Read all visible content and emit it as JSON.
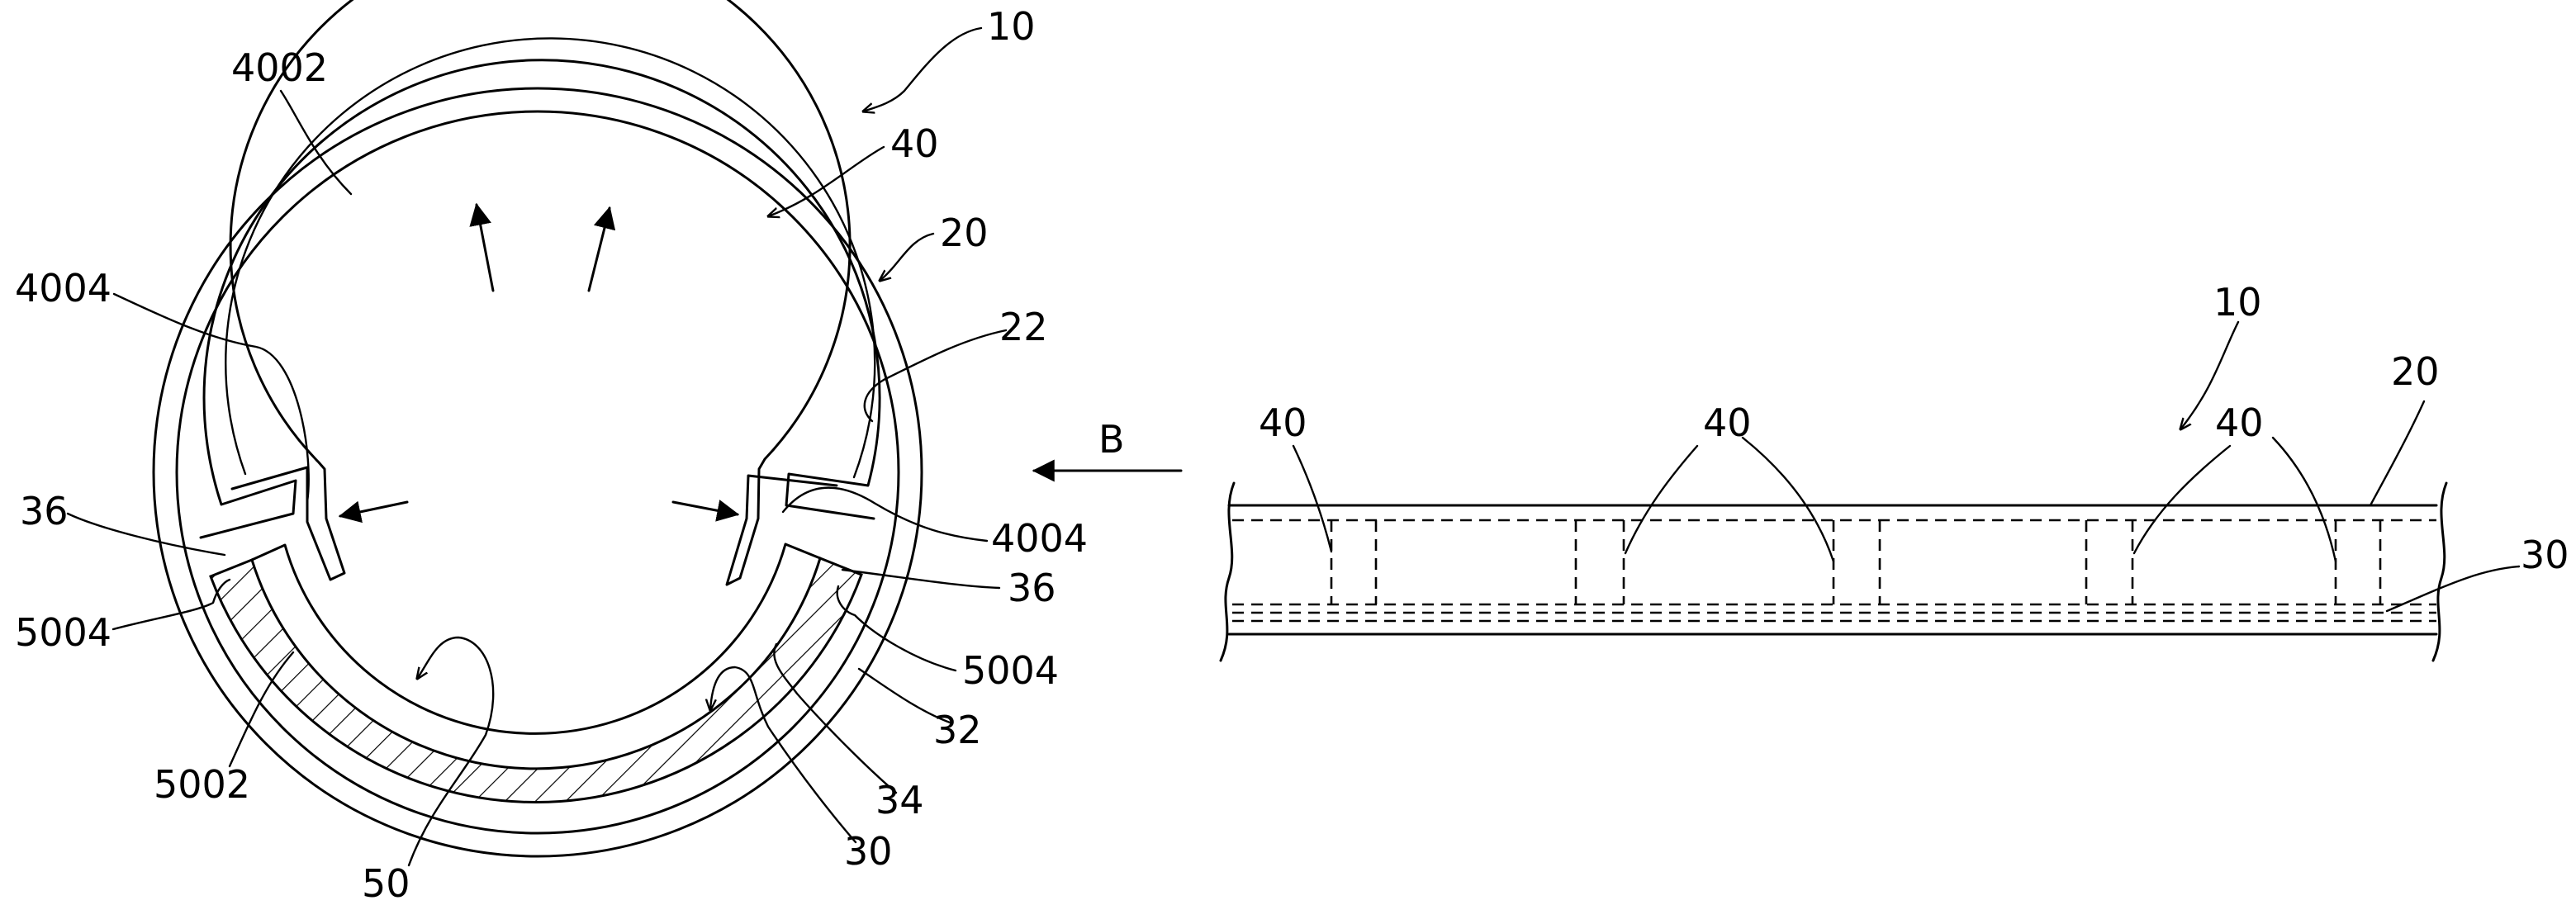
{
  "figure": {
    "labels": {
      "cross_section": {
        "device_ref": "10",
        "outer_tube_ref": "20",
        "inner_surface_ref": "22",
        "partition_top_ref": "40",
        "partition_body_ref": "4002",
        "partition_end_left_ref": "4004",
        "partition_end_right_ref": "4004",
        "support_edge_left_ref": "36",
        "support_edge_right_ref": "36",
        "support_end_left_ref": "5004",
        "support_end_right_ref": "5004",
        "support_body_ref": "5002",
        "support_ref": "50",
        "support_member_ref": "30",
        "support_face_ref": "32",
        "support_inner_ref": "34"
      },
      "view_arrow": "B",
      "side_view": {
        "device_ref": "10",
        "tube_ref": "20",
        "support_ref": "30",
        "partition_ref_1": "40",
        "partition_ref_2": "40",
        "partition_ref_3": "40"
      }
    }
  }
}
